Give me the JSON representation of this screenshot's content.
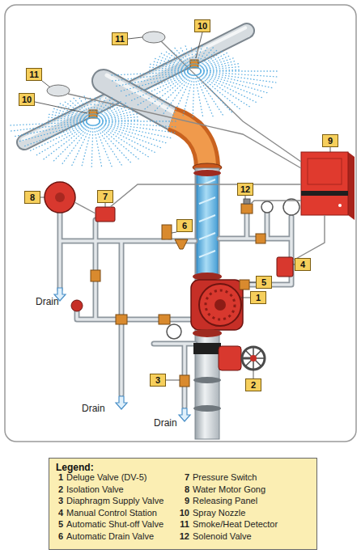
{
  "diagram": {
    "nodes": [
      {
        "text": [
          "10"
        ]
      },
      {
        "text": [
          "11"
        ]
      },
      {
        "text": [
          "11"
        ]
      },
      {
        "text": [
          "10"
        ]
      },
      {
        "text": [
          "9"
        ]
      },
      {
        "text": [
          "12"
        ]
      },
      {
        "text": [
          "7"
        ]
      },
      {
        "text": [
          "8"
        ]
      },
      {
        "text": [
          "6"
        ]
      },
      {
        "text": [
          "4"
        ]
      },
      {
        "text": [
          "5"
        ]
      },
      {
        "text": [
          "1"
        ]
      },
      {
        "text": [
          "3"
        ]
      },
      {
        "text": [
          "2"
        ]
      },
      {
        "text": [
          "Legend:"
        ]
      }
    ],
    "labels": [
      "Drain",
      "Drain",
      "Drain",
      "1",
      "2",
      "3",
      "4",
      "5",
      "6",
      "7",
      "8",
      "9",
      "10",
      "11",
      "12"
    ],
    "legend": [
      {
        "text": "Deluge Valve (DV-5)"
      },
      {
        "text": "Isolation Valve"
      },
      {
        "text": "Diaphragm Supply Valve"
      },
      {
        "text": "Manual Control Station"
      },
      {
        "text": "Automatic Shut-off Valve"
      },
      {
        "text": "Automatic Drain Valve"
      },
      {
        "text": "Pressure Switch"
      },
      {
        "text": "Water Motor Gong"
      },
      {
        "text": "Releasing Panel"
      },
      {
        "text": "Spray Nozzle"
      },
      {
        "text": "Smoke/Heat Detector"
      },
      {
        "text": "Solenoid Valve"
      }
    ]
  }
}
